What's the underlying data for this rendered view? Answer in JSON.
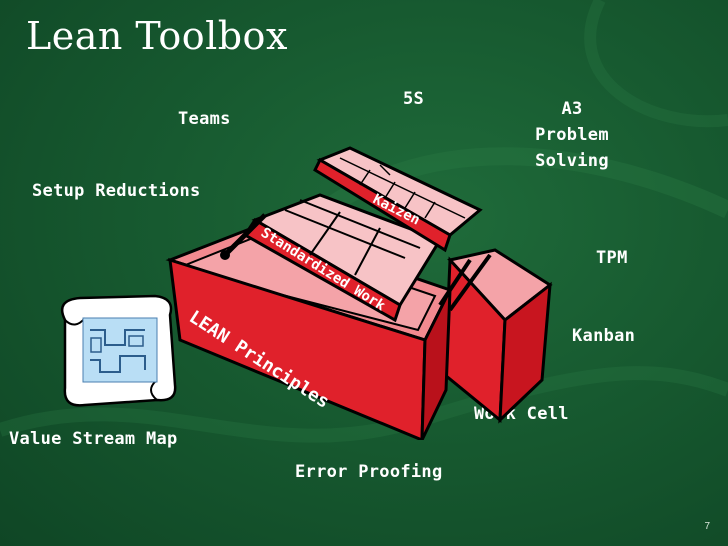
{
  "slide": {
    "title": "Lean Toolbox",
    "page_number": "7"
  },
  "tools": {
    "teams": "Teams",
    "five_s": "5S",
    "a3": "A3\nProblem\nSolving",
    "setup_reductions": "Setup Reductions",
    "tpm": "TPM",
    "kanban": "Kanban",
    "work_cell": "Work Cell",
    "value_stream_map": "Value Stream Map",
    "error_proofing": "Error Proofing"
  },
  "toolbox_labels": {
    "kaizen": "Kaizen",
    "standardized_work": "Standardized Work",
    "lean_principles": "LEAN Principles"
  },
  "colors": {
    "background": "#175a30",
    "text": "#ffffff",
    "toolbox_red": "#e0212b",
    "toolbox_pink": "#f4a3a8",
    "outline": "#000000"
  },
  "icons": {
    "toolbox": "toolbox-clipart",
    "map": "scroll-map-clipart"
  }
}
